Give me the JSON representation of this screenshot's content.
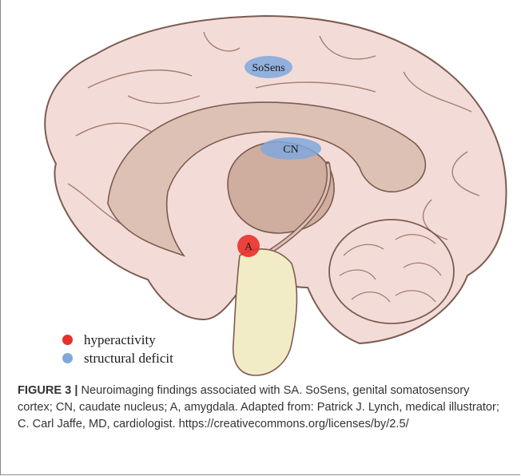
{
  "regions": [
    {
      "label": "SoSens",
      "type": "structural deficit"
    },
    {
      "label": "CN",
      "type": "structural deficit"
    },
    {
      "label": "A",
      "type": "hyperactivity"
    }
  ],
  "legend": [
    {
      "label": "hyperactivity",
      "color": "#e8302a"
    },
    {
      "label": "structural deficit",
      "color": "#7fa8dc"
    }
  ],
  "caption": {
    "figure_label": "FIGURE 3 |",
    "text": " Neuroimaging findings associated with SA. SoSens, genital somatosensory cortex; CN, caudate nucleus; A, amygdala. Adapted from: Patrick J. Lynch, medical illustrator; C. Carl Jaffe, MD, cardiologist. https://creativecommons.org/licenses/by/2.5/"
  },
  "colors": {
    "cortex": "#f3dcd8",
    "cortex_outline": "#7d5b50",
    "inner_brain": "#dcc1b4",
    "thalamus": "#cfae9f",
    "brainstem": "#f2ecc6",
    "structural_deficit": "#7fa8dc",
    "hyperactivity": "#e8302a"
  }
}
